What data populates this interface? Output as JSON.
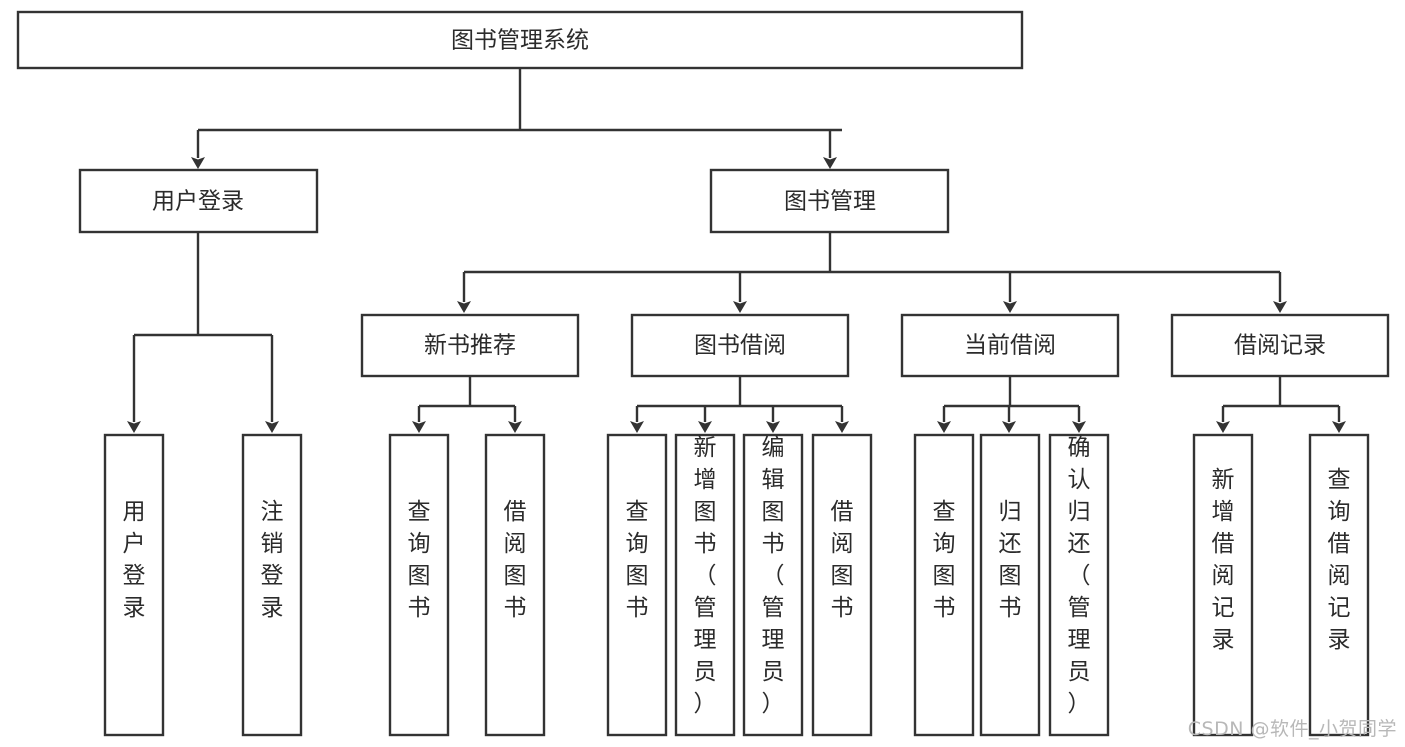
{
  "diagram": {
    "type": "tree-hierarchy",
    "title": "图书管理系统",
    "orientation": "top-down",
    "colors": {
      "stroke": "#333333",
      "fill": "#ffffff",
      "text": "#2b2b2b",
      "watermark": "#b8b8b8"
    },
    "root": {
      "label": "图书管理系统"
    },
    "level2": [
      {
        "label": "用户登录"
      },
      {
        "label": "图书管理"
      }
    ],
    "level3": [
      {
        "label": "新书推荐"
      },
      {
        "label": "图书借阅"
      },
      {
        "label": "当前借阅"
      },
      {
        "label": "借阅记录"
      }
    ],
    "leaves": {
      "user_login": [
        {
          "label": "用户登录"
        },
        {
          "label": "注销登录"
        }
      ],
      "new_book_recommend": [
        {
          "label": "查询图书"
        },
        {
          "label": "借阅图书"
        }
      ],
      "book_borrow": [
        {
          "label": "查询图书"
        },
        {
          "label": "新增图书（管理员）"
        },
        {
          "label": "编辑图书（管理员）"
        },
        {
          "label": "借阅图书"
        }
      ],
      "current_borrow": [
        {
          "label": "查询图书"
        },
        {
          "label": "归还图书"
        },
        {
          "label": "确认归还（管理员）"
        }
      ],
      "borrow_record": [
        {
          "label": "新增借阅记录"
        },
        {
          "label": "查询借阅记录"
        }
      ]
    }
  },
  "watermark": {
    "text": "CSDN @软件_小贺同学"
  }
}
